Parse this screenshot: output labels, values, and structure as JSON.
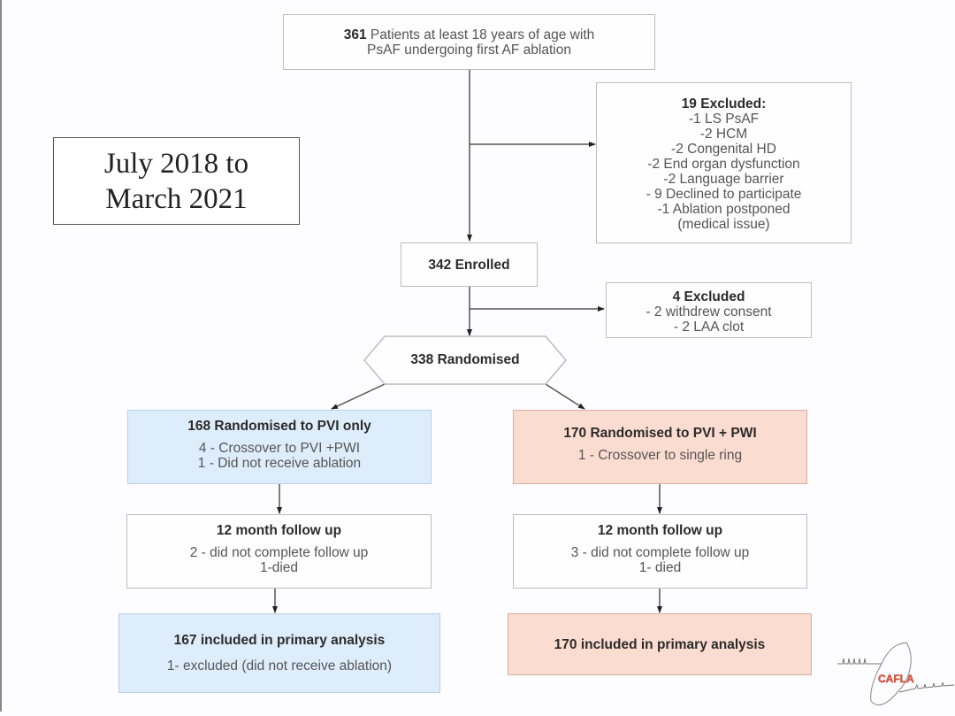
{
  "period": {
    "line1": "July 2018 to",
    "line2": "March 2021"
  },
  "screened": {
    "count": "361",
    "line1_rest": " Patients at least 18 years of age with",
    "line2": "PsAF undergoing first AF ablation"
  },
  "excluded_pre": {
    "title": "19 Excluded:",
    "items": [
      "-1 LS PsAF",
      "-2 HCM",
      "-2 Congenital HD",
      "-2 End organ dysfunction",
      "-2 Language barrier",
      "- 9 Declined to participate",
      "-1 Ablation postponed",
      "(medical issue)"
    ]
  },
  "enrolled": {
    "label": "342 Enrolled"
  },
  "excluded_post": {
    "title": "4 Excluded",
    "items": [
      "- 2 withdrew consent",
      "- 2 LAA clot"
    ]
  },
  "randomised": {
    "label": "338 Randomised"
  },
  "arm_pvi": {
    "title": "168 Randomised to PVI only",
    "items": [
      "4 - Crossover to PVI +PWI",
      "1 - Did not receive ablation"
    ],
    "color": "#deedfb",
    "followup": {
      "title": "12 month follow up",
      "items": [
        "2 - did not complete follow up",
        "1-died"
      ]
    },
    "analysis": {
      "title": "167 included in primary analysis",
      "items": [
        "1- excluded (did not receive ablation)"
      ]
    }
  },
  "arm_pwi": {
    "title": "170 Randomised to PVI + PWI",
    "items": [
      "1 - Crossover to single ring"
    ],
    "color": "#fbdcd0",
    "followup": {
      "title": "12 month follow up",
      "items": [
        "3 - did not complete follow up",
        "1- died"
      ]
    },
    "analysis": {
      "title": "170 included in primary analysis",
      "items": []
    }
  },
  "logo": {
    "text": "CAFLA",
    "icon": "ecg-logo-icon"
  }
}
